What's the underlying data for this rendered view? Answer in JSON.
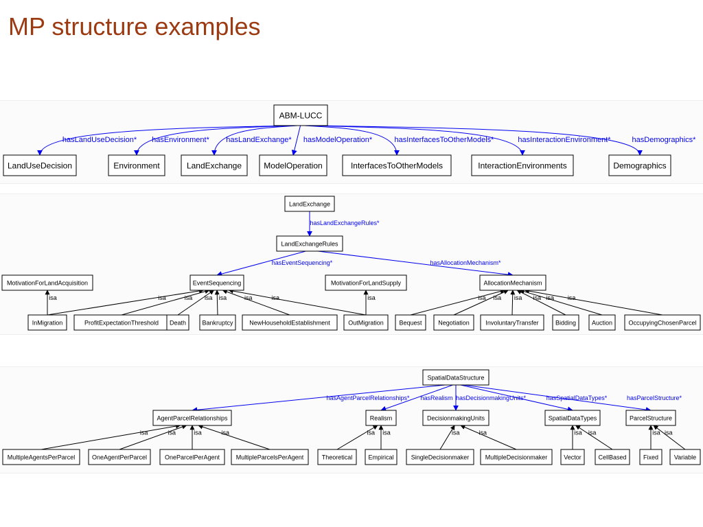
{
  "title": "MP structure examples",
  "colors": {
    "title": "#9c3a12",
    "relation": "#0000ee",
    "isa": "#000000"
  },
  "diagrams": [
    {
      "name": "abm-lucc",
      "nodes": [
        {
          "id": "ABM-LUCC",
          "label": "ABM-LUCC"
        },
        {
          "id": "LandUseDecision",
          "label": "LandUseDecision"
        },
        {
          "id": "Environment",
          "label": "Environment"
        },
        {
          "id": "LandExchange",
          "label": "LandExchange"
        },
        {
          "id": "ModelOperation",
          "label": "ModelOperation"
        },
        {
          "id": "InterfacesToOtherModels",
          "label": "InterfacesToOtherModels"
        },
        {
          "id": "InteractionEnvironments",
          "label": "InteractionEnvironments"
        },
        {
          "id": "Demographics",
          "label": "Demographics"
        }
      ],
      "edges": [
        {
          "from": "ABM-LUCC",
          "to": "LandUseDecision",
          "label": "hasLandUseDecision*",
          "kind": "relation"
        },
        {
          "from": "ABM-LUCC",
          "to": "Environment",
          "label": "hasEnvironment*",
          "kind": "relation"
        },
        {
          "from": "ABM-LUCC",
          "to": "LandExchange",
          "label": "hasLandExchange*",
          "kind": "relation"
        },
        {
          "from": "ABM-LUCC",
          "to": "ModelOperation",
          "label": "hasModelOperation*",
          "kind": "relation"
        },
        {
          "from": "ABM-LUCC",
          "to": "InterfacesToOtherModels",
          "label": "hasInterfacesToOtherModels*",
          "kind": "relation"
        },
        {
          "from": "ABM-LUCC",
          "to": "InteractionEnvironments",
          "label": "hasInteractionEnvironment*",
          "kind": "relation"
        },
        {
          "from": "ABM-LUCC",
          "to": "Demographics",
          "label": "hasDemographics*",
          "kind": "relation"
        }
      ]
    },
    {
      "name": "land-exchange",
      "nodes": [
        {
          "id": "LandExchange",
          "label": "LandExchange"
        },
        {
          "id": "LandExchangeRules",
          "label": "LandExchangeRules"
        },
        {
          "id": "MotivationForLandAcquisition",
          "label": "MotivationForLandAcquisition"
        },
        {
          "id": "EventSequencing",
          "label": "EventSequencing"
        },
        {
          "id": "MotivationForLandSupply",
          "label": "MotivationForLandSupply"
        },
        {
          "id": "AllocationMechanism",
          "label": "AllocationMechanism"
        },
        {
          "id": "InMigration",
          "label": "InMigration"
        },
        {
          "id": "ProfitExpectationThreshold",
          "label": "ProfitExpectationThreshold"
        },
        {
          "id": "Death",
          "label": "Death"
        },
        {
          "id": "Bankruptcy",
          "label": "Bankruptcy"
        },
        {
          "id": "NewHouseholdEstablishment",
          "label": "NewHouseholdEstablishment"
        },
        {
          "id": "OutMigration",
          "label": "OutMigration"
        },
        {
          "id": "Bequest",
          "label": "Bequest"
        },
        {
          "id": "Negotiation",
          "label": "Negotiation"
        },
        {
          "id": "InvoluntaryTransfer",
          "label": "InvoluntaryTransfer"
        },
        {
          "id": "Bidding",
          "label": "Bidding"
        },
        {
          "id": "Auction",
          "label": "Auction"
        },
        {
          "id": "OccupyingChosenParcel",
          "label": "OccupyingChosenParcel"
        }
      ],
      "edges": [
        {
          "from": "LandExchange",
          "to": "LandExchangeRules",
          "label": "hasLandExchangeRules*",
          "kind": "relation"
        },
        {
          "from": "LandExchangeRules",
          "to": "EventSequencing",
          "label": "hasEventSequencing*",
          "kind": "relation"
        },
        {
          "from": "LandExchangeRules",
          "to": "AllocationMechanism",
          "label": "hasAllocationMechanism*",
          "kind": "relation"
        },
        {
          "from": "InMigration",
          "to": "MotivationForLandAcquisition",
          "label": "isa",
          "kind": "isa"
        },
        {
          "from": "InMigration",
          "to": "EventSequencing",
          "label": "isa",
          "kind": "isa"
        },
        {
          "from": "ProfitExpectationThreshold",
          "to": "EventSequencing",
          "label": "isa",
          "kind": "isa"
        },
        {
          "from": "Death",
          "to": "EventSequencing",
          "label": "isa",
          "kind": "isa"
        },
        {
          "from": "Bankruptcy",
          "to": "EventSequencing",
          "label": "isa",
          "kind": "isa"
        },
        {
          "from": "NewHouseholdEstablishment",
          "to": "EventSequencing",
          "label": "isa",
          "kind": "isa"
        },
        {
          "from": "OutMigration",
          "to": "EventSequencing",
          "label": "isa",
          "kind": "isa"
        },
        {
          "from": "OutMigration",
          "to": "MotivationForLandSupply",
          "label": "isa",
          "kind": "isa"
        },
        {
          "from": "Bequest",
          "to": "AllocationMechanism",
          "label": "isa",
          "kind": "isa"
        },
        {
          "from": "Negotiation",
          "to": "AllocationMechanism",
          "label": "isa",
          "kind": "isa"
        },
        {
          "from": "InvoluntaryTransfer",
          "to": "AllocationMechanism",
          "label": "isa",
          "kind": "isa"
        },
        {
          "from": "Bidding",
          "to": "AllocationMechanism",
          "label": "isa",
          "kind": "isa"
        },
        {
          "from": "Auction",
          "to": "AllocationMechanism",
          "label": "isa",
          "kind": "isa"
        },
        {
          "from": "OccupyingChosenParcel",
          "to": "AllocationMechanism",
          "label": "isa",
          "kind": "isa"
        }
      ]
    },
    {
      "name": "spatial-data-structure",
      "nodes": [
        {
          "id": "SpatialDataStructure",
          "label": "SpatialDataStructure"
        },
        {
          "id": "AgentParcelRelationships",
          "label": "AgentParcelRelationships"
        },
        {
          "id": "Realism",
          "label": "Realism"
        },
        {
          "id": "DecisionmakingUnits",
          "label": "DecisionmakingUnits"
        },
        {
          "id": "SpatialDataTypes",
          "label": "SpatialDataTypes"
        },
        {
          "id": "ParcelStructure",
          "label": "ParcelStructure"
        },
        {
          "id": "MultipleAgentsPerParcel",
          "label": "MultipleAgentsPerParcel"
        },
        {
          "id": "OneAgentPerParcel",
          "label": "OneAgentPerParcel"
        },
        {
          "id": "OneParcelPerAgent",
          "label": "OneParcelPerAgent"
        },
        {
          "id": "MultipleParcelsPerAgent",
          "label": "MultipleParcelsPerAgent"
        },
        {
          "id": "Theoretical",
          "label": "Theoretical"
        },
        {
          "id": "Empirical",
          "label": "Empirical"
        },
        {
          "id": "SingleDecisionmaker",
          "label": "SingleDecisionmaker"
        },
        {
          "id": "MultipleDecisionmaker",
          "label": "MultipleDecisionmaker"
        },
        {
          "id": "Vector",
          "label": "Vector"
        },
        {
          "id": "CellBased",
          "label": "CellBased"
        },
        {
          "id": "Fixed",
          "label": "Fixed"
        },
        {
          "id": "Variable",
          "label": "Variable"
        }
      ],
      "edges": [
        {
          "from": "SpatialDataStructure",
          "to": "AgentParcelRelationships",
          "label": "hasAgentParcelRelationships*",
          "kind": "relation"
        },
        {
          "from": "SpatialDataStructure",
          "to": "Realism",
          "label": "hasRealism",
          "kind": "relation"
        },
        {
          "from": "SpatialDataStructure",
          "to": "DecisionmakingUnits",
          "label": "hasDecisionmakingUnits*",
          "kind": "relation"
        },
        {
          "from": "SpatialDataStructure",
          "to": "SpatialDataTypes",
          "label": "hasSpatialDataTypes*",
          "kind": "relation"
        },
        {
          "from": "SpatialDataStructure",
          "to": "ParcelStructure",
          "label": "hasParcelStructure*",
          "kind": "relation"
        },
        {
          "from": "MultipleAgentsPerParcel",
          "to": "AgentParcelRelationships",
          "label": "isa",
          "kind": "isa"
        },
        {
          "from": "OneAgentPerParcel",
          "to": "AgentParcelRelationships",
          "label": "isa",
          "kind": "isa"
        },
        {
          "from": "OneParcelPerAgent",
          "to": "AgentParcelRelationships",
          "label": "isa",
          "kind": "isa"
        },
        {
          "from": "MultipleParcelsPerAgent",
          "to": "AgentParcelRelationships",
          "label": "isa",
          "kind": "isa"
        },
        {
          "from": "Theoretical",
          "to": "Realism",
          "label": "isa",
          "kind": "isa"
        },
        {
          "from": "Empirical",
          "to": "Realism",
          "label": "isa",
          "kind": "isa"
        },
        {
          "from": "SingleDecisionmaker",
          "to": "DecisionmakingUnits",
          "label": "isa",
          "kind": "isa"
        },
        {
          "from": "MultipleDecisionmaker",
          "to": "DecisionmakingUnits",
          "label": "isa",
          "kind": "isa"
        },
        {
          "from": "Vector",
          "to": "SpatialDataTypes",
          "label": "isa",
          "kind": "isa"
        },
        {
          "from": "CellBased",
          "to": "SpatialDataTypes",
          "label": "isa",
          "kind": "isa"
        },
        {
          "from": "Fixed",
          "to": "ParcelStructure",
          "label": "isa",
          "kind": "isa"
        },
        {
          "from": "Variable",
          "to": "ParcelStructure",
          "label": "isa",
          "kind": "isa"
        }
      ]
    }
  ]
}
